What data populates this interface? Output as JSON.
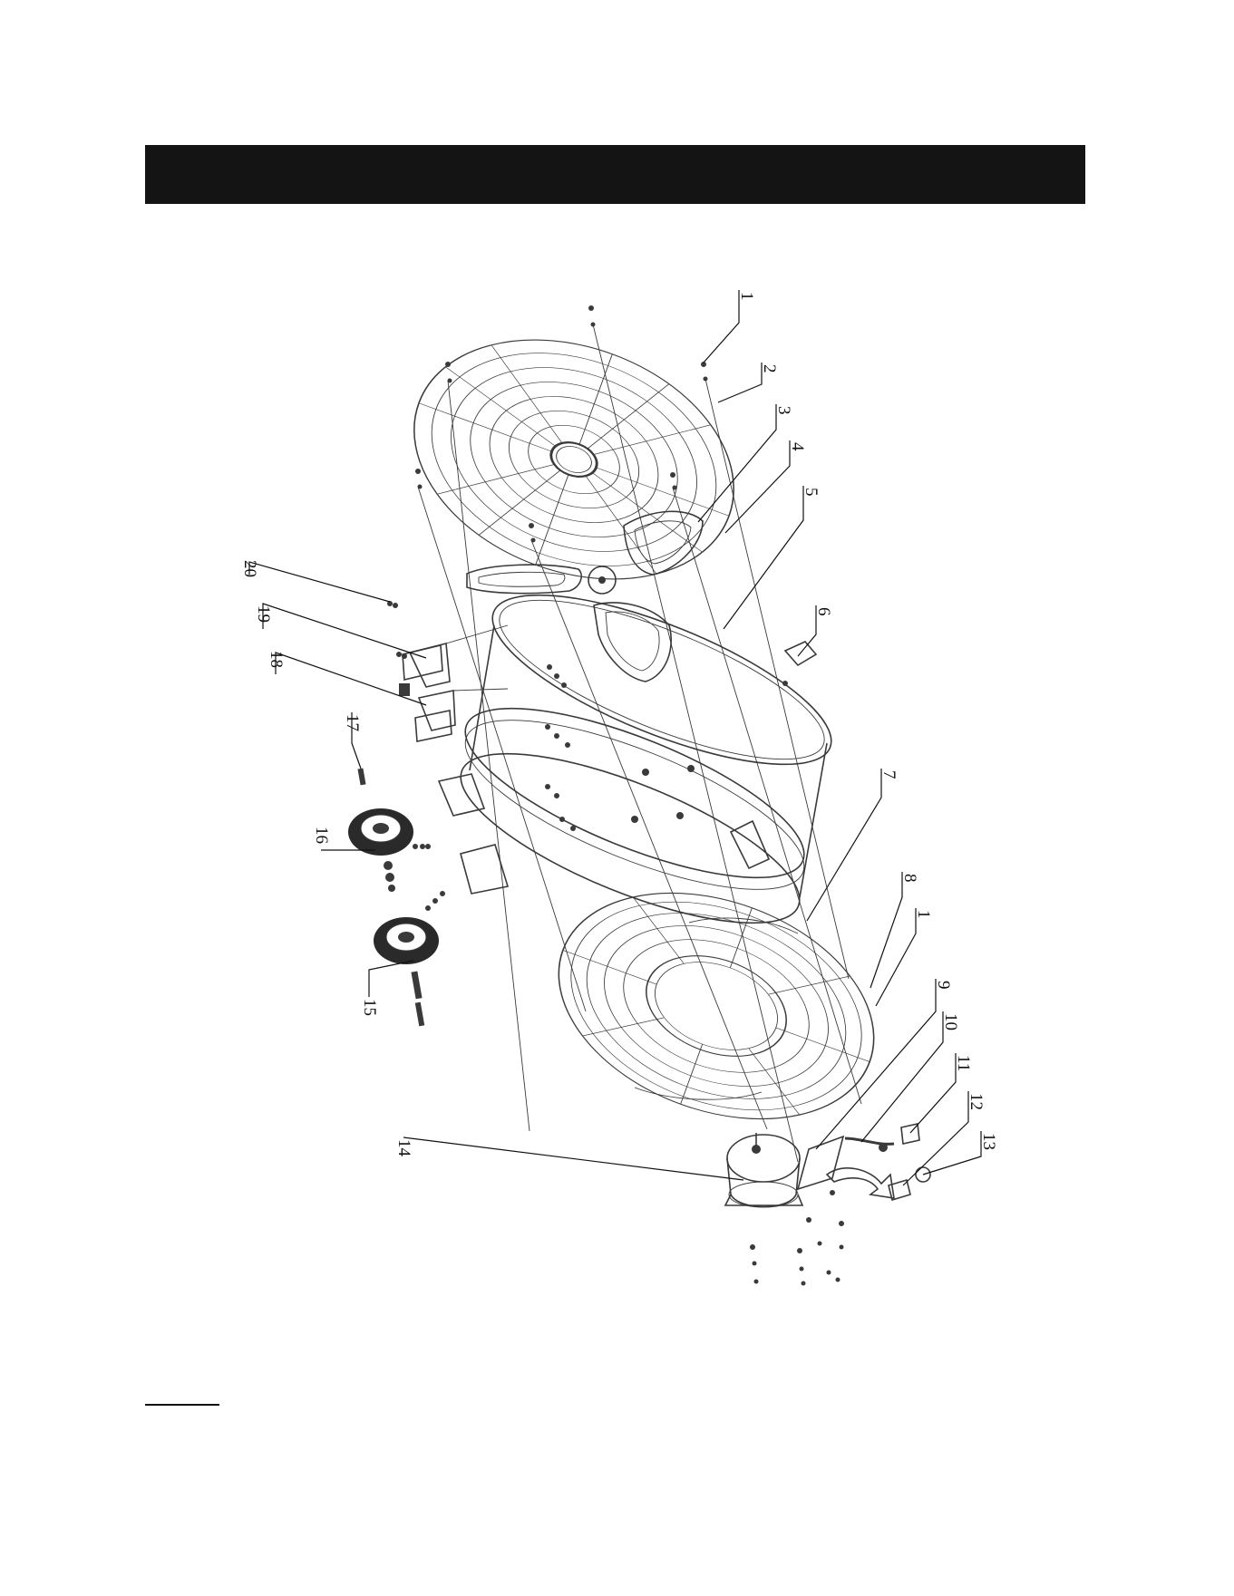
{
  "diagram": {
    "callouts": [
      "1",
      "2",
      "3",
      "4",
      "5",
      "6",
      "7",
      "8",
      "1",
      "9",
      "10",
      "11",
      "12",
      "13",
      "14",
      "15",
      "16",
      "17",
      "18",
      "19",
      "20"
    ]
  },
  "colors": {
    "ink": "#3a3a3a",
    "header": "#141414",
    "paper": "#ffffff"
  }
}
